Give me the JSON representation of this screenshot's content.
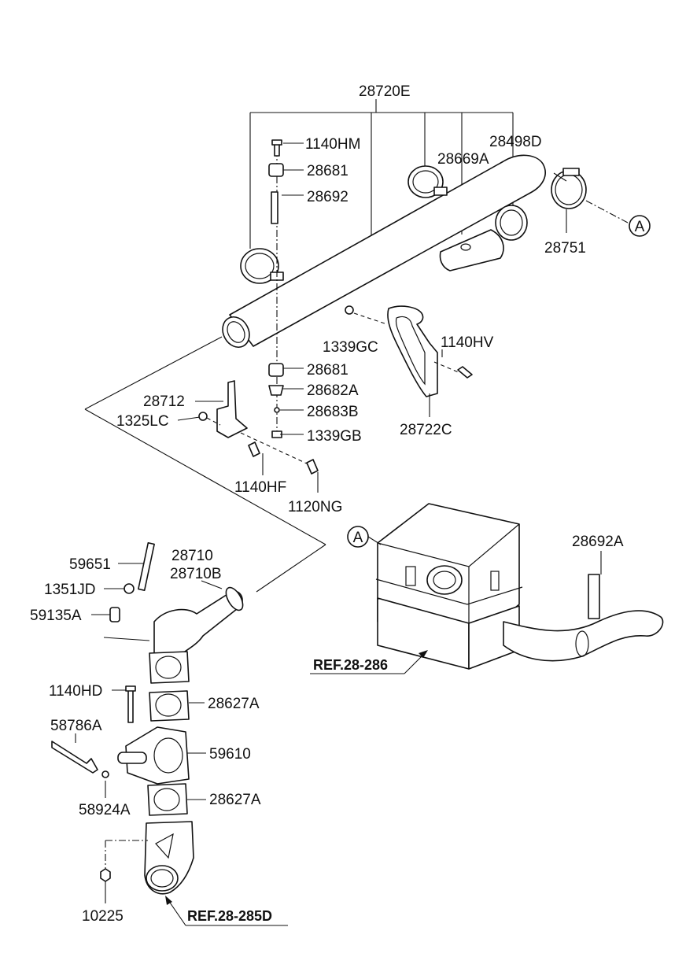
{
  "labels": {
    "p28720E": "28720E",
    "p1140HM": "1140HM",
    "p28681_top": "28681",
    "p28692": "28692",
    "p28498D": "28498D",
    "p28669A": "28669A",
    "p28751": "28751",
    "p1339GC": "1339GC",
    "p1140HV": "1140HV",
    "p28681_bot": "28681",
    "p28682A": "28682A",
    "p28683B": "28683B",
    "p1339GB": "1339GB",
    "p28722C": "28722C",
    "p28712": "28712",
    "p1325LC": "1325LC",
    "p1140HF": "1140HF",
    "p1120NG": "1120NG",
    "p28692A": "28692A",
    "p59651": "59651",
    "p28710": "28710",
    "p28710B": "28710B",
    "p1351JD": "1351JD",
    "p59135A": "59135A",
    "p1140HD": "1140HD",
    "p28627A_top": "28627A",
    "p58786A": "58786A",
    "p59610": "59610",
    "p58924A": "58924A",
    "p28627A_bot": "28627A",
    "p10225": "10225"
  },
  "references": {
    "muffler": "REF.28-286",
    "elbow": "REF.28-285D"
  },
  "connectors": {
    "a_upper": "A",
    "a_lower": "A"
  }
}
